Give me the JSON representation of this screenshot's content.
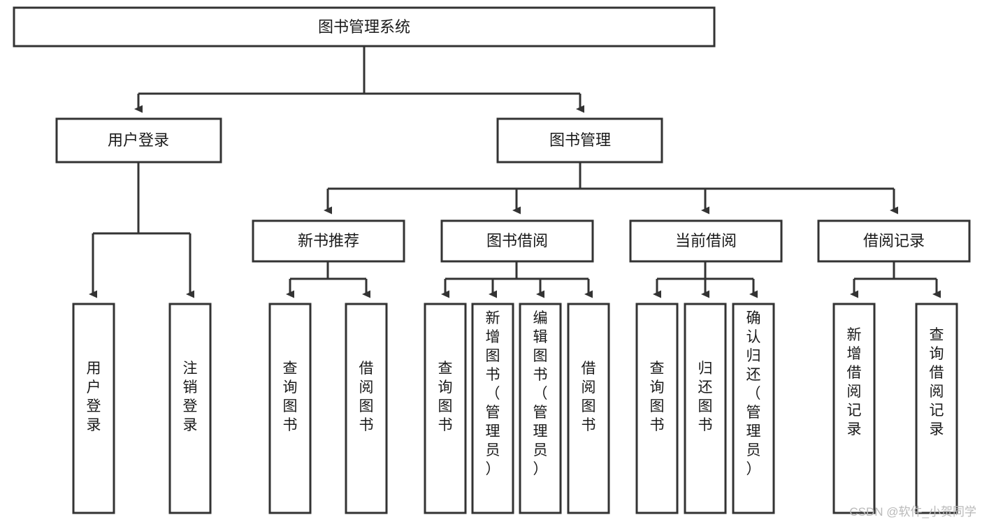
{
  "diagram": {
    "type": "hierarchy-tree",
    "title_node": {
      "id": "root",
      "label": "图书管理系统"
    },
    "level2": [
      {
        "id": "user-login",
        "label": "用户登录"
      },
      {
        "id": "book-management",
        "label": "图书管理"
      }
    ],
    "level3": [
      {
        "id": "new-book-recommend",
        "label": "新书推荐",
        "parent": "book-management"
      },
      {
        "id": "book-borrow",
        "label": "图书借阅",
        "parent": "book-management"
      },
      {
        "id": "current-borrow",
        "label": "当前借阅",
        "parent": "book-management"
      },
      {
        "id": "borrow-record",
        "label": "借阅记录",
        "parent": "book-management"
      }
    ],
    "leaves": {
      "user-login": [
        {
          "id": "leaf-user-login",
          "label": "用户登录"
        },
        {
          "id": "leaf-logout-login",
          "label": "注销登录"
        }
      ],
      "new-book-recommend": [
        {
          "id": "leaf-query-book-1",
          "label": "查询图书"
        },
        {
          "id": "leaf-borrow-book-1",
          "label": "借阅图书"
        }
      ],
      "book-borrow": [
        {
          "id": "leaf-query-book-2",
          "label": "查询图书"
        },
        {
          "id": "leaf-add-book",
          "label": "新增图书（管理员）"
        },
        {
          "id": "leaf-edit-book",
          "label": "编辑图书（管理员）"
        },
        {
          "id": "leaf-borrow-book-2",
          "label": "借阅图书"
        }
      ],
      "current-borrow": [
        {
          "id": "leaf-query-book-3",
          "label": "查询图书"
        },
        {
          "id": "leaf-return-book",
          "label": "归还图书"
        },
        {
          "id": "leaf-confirm-return",
          "label": "确认归还（管理员）"
        }
      ],
      "borrow-record": [
        {
          "id": "leaf-add-record",
          "label": "新增借阅记录"
        },
        {
          "id": "leaf-query-record",
          "label": "查询借阅记录"
        }
      ]
    },
    "colors": {
      "stroke": "#333333",
      "fill": "#ffffff",
      "text": "#1a1a1a",
      "watermark": "#b9b9b9"
    }
  },
  "watermark": {
    "text": "CSDN @软件_小贺同学"
  }
}
